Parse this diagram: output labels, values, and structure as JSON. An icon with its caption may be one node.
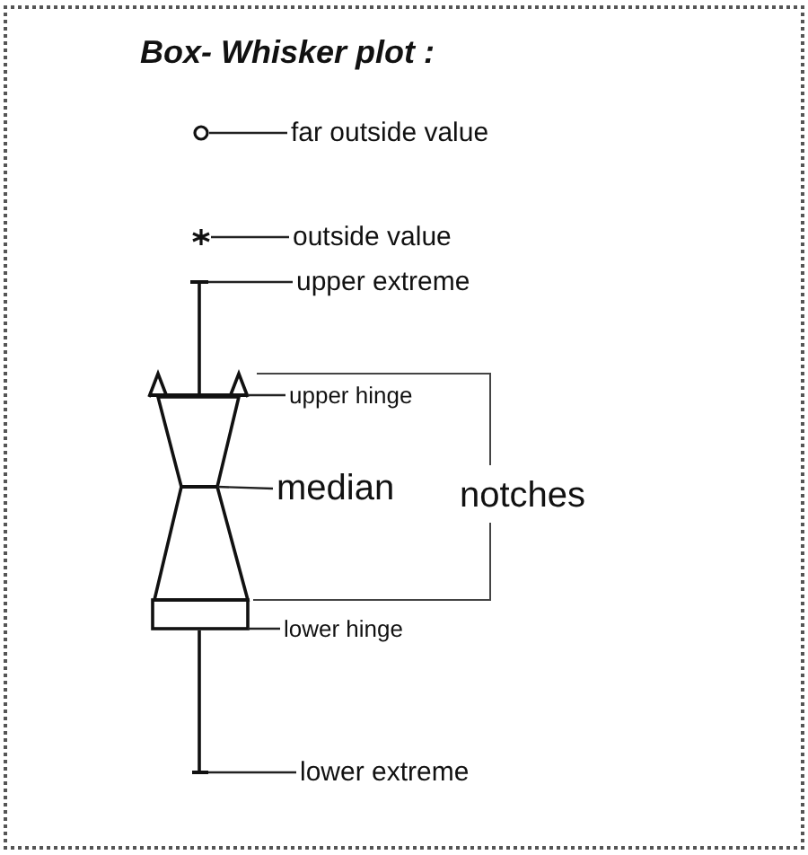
{
  "diagram": {
    "title": "Box- Whisker plot :",
    "nodes": [
      {
        "text": [
          "far outside value"
        ]
      },
      {
        "text": [
          "outside value"
        ]
      },
      {
        "text": [
          "upper extreme"
        ]
      },
      {
        "text": [
          "upper hinge"
        ]
      },
      {
        "text": [
          "median"
        ]
      },
      {
        "text": [
          "lower hinge"
        ]
      },
      {
        "text": [
          "lower extreme"
        ]
      },
      {
        "text": [],
        "shape": "circle"
      },
      {
        "text": [],
        "shape": "star"
      },
      {
        "text": [],
        "shape": "bar"
      },
      {
        "text": [],
        "shape": "bar"
      },
      {
        "text": [],
        "shape": "bar"
      },
      {
        "text": [],
        "shape": "box"
      },
      {
        "text": [],
        "shape": "bar"
      }
    ],
    "edges": [
      {
        "from": 0,
        "to": 7,
        "arrow": "none"
      },
      {
        "from": 1,
        "to": 8,
        "arrow": "none"
      },
      {
        "from": 2,
        "to": 9,
        "arrow": "none"
      },
      {
        "from": 3,
        "to": 10,
        "arrow": "none"
      },
      {
        "from": 4,
        "to": 11,
        "arrow": "none"
      },
      {
        "from": 5,
        "to": 12,
        "arrow": "none"
      },
      {
        "from": 6,
        "to": 13,
        "arrow": "none"
      }
    ],
    "labels": [
      "notches"
    ]
  }
}
